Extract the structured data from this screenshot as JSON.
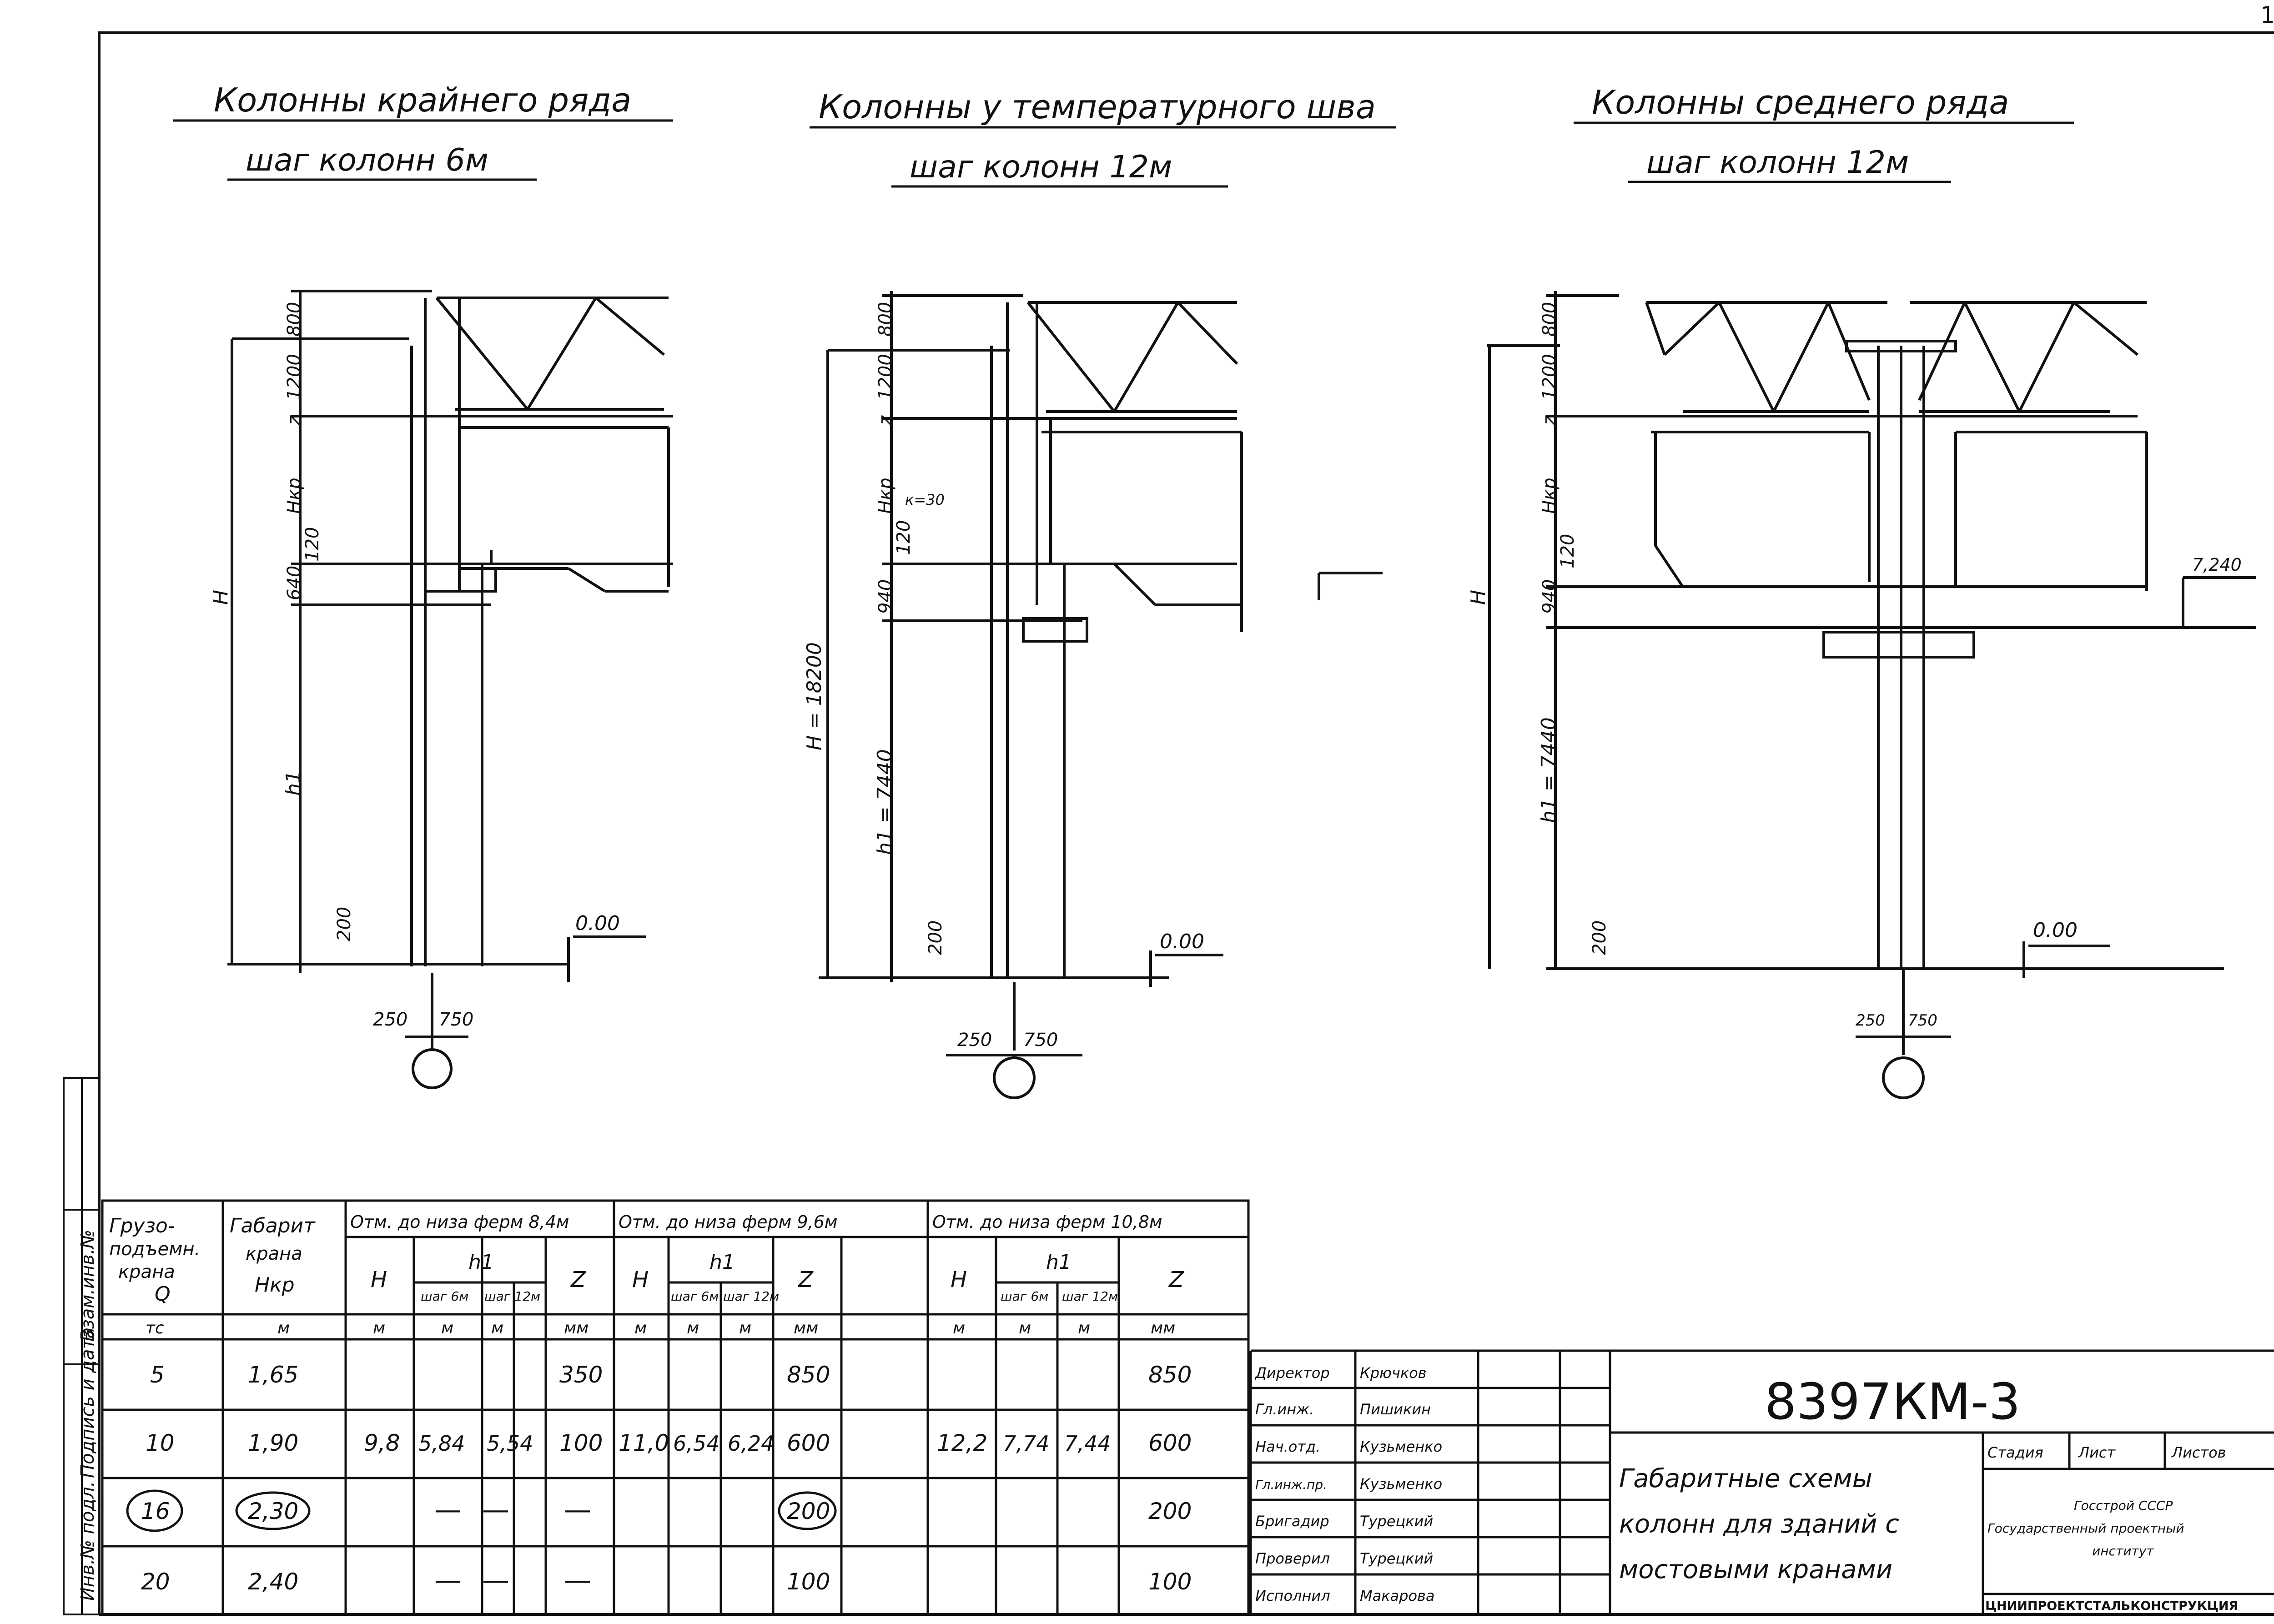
{
  "sheet_number": "1",
  "titles": [
    {
      "line1": "Колонны крайнего ряда",
      "line2": "шаг колонн 6м"
    },
    {
      "line1": "Колонны у температурного шва",
      "line2": "шаг колонн 12м"
    },
    {
      "line1": "Колонны среднего ряда",
      "line2": "шаг колонн 12м"
    }
  ],
  "dims": {
    "d800": "800",
    "d1200": "1200",
    "z": "z",
    "hkr": "Hкр",
    "d120": "120",
    "d940": "940",
    "d640": "640",
    "H": "H",
    "h1": "h1",
    "d200": "200",
    "zero": "0.00",
    "d250": "250",
    "d750": "750",
    "H_value": "H = 18200",
    "h1_value": "h1 = 7440",
    "h1_value3": "h1 = 7440",
    "kr30": "к=30",
    "mark_7240": "7,240"
  },
  "side_stamp": [
    "Инв.№ подл.",
    "Подпись и дата",
    "Взам.инв.№"
  ],
  "table": {
    "head_gruz": [
      "Грузо-",
      "подъемн.",
      "крана",
      "Q"
    ],
    "head_gab": [
      "Габарит",
      "крана",
      "Hкр"
    ],
    "groups": [
      "Отм. до низа ферм 8,4м",
      "Отм. до низа ферм 9,6м",
      "Отм. до низа ферм 10,8м"
    ],
    "H": "H",
    "h1": "h1",
    "z": "Z",
    "shag6": "шаг 6м",
    "shag12": "шаг 12м",
    "units": {
      "q": "тс",
      "m": "м",
      "mm": "мм"
    },
    "rows": [
      {
        "q": "5",
        "hkr": "1,65",
        "g1": [
          "",
          "",
          "350"
        ],
        "g2": [
          "",
          "",
          "850"
        ],
        "g3": [
          "",
          "",
          "850"
        ]
      },
      {
        "q": "10",
        "hkr": "1,90",
        "g1": [
          "",
          "",
          "100"
        ],
        "g2": [
          "",
          "",
          "600"
        ],
        "g3": [
          "",
          "",
          "600"
        ]
      },
      {
        "q": "16",
        "hkr": "2,30",
        "g1": [
          "—",
          "—",
          "—"
        ],
        "g2": [
          "",
          "",
          "200"
        ],
        "g3": [
          "",
          "",
          "200"
        ]
      },
      {
        "q": "20",
        "hkr": "2,40",
        "g1": [
          "—",
          "—",
          "—"
        ],
        "g2": [
          "",
          "",
          "100"
        ],
        "g3": [
          "",
          "",
          "100"
        ]
      }
    ],
    "merged": {
      "g1": {
        "H": "9,8",
        "h6": "5,84",
        "h12": "5,54"
      },
      "g2": {
        "H": "11,0",
        "h6": "6,54",
        "h12": "6,24"
      },
      "g3": {
        "H": "12,2",
        "h6": "7,74",
        "h12": "7,44"
      }
    }
  },
  "stamp": {
    "persons": [
      {
        "role": "Директор",
        "name": "Крючков"
      },
      {
        "role": "Гл.инж.",
        "name": "Пишикин"
      },
      {
        "role": "Нач.отд.",
        "name": "Кузьменко"
      },
      {
        "role": "Гл.инж.пр.",
        "name": "Кузьменко"
      },
      {
        "role": "Бригадир",
        "name": "Турецкий"
      },
      {
        "role": "Проверил",
        "name": "Турецкий"
      },
      {
        "role": "Исполнил",
        "name": "Макарова"
      }
    ],
    "code": "8397КМ-3",
    "title": [
      "Габаритные схемы",
      "колонн для зданий с",
      "мостовыми кранами"
    ],
    "cols": [
      "Стадия",
      "Лист",
      "Листов"
    ],
    "org": [
      "Госстрой СССР",
      "Государственный проектный",
      "институт",
      "ЦНИИПРОЕКТСТАЛЬКОНСТРУКЦИЯ"
    ]
  }
}
